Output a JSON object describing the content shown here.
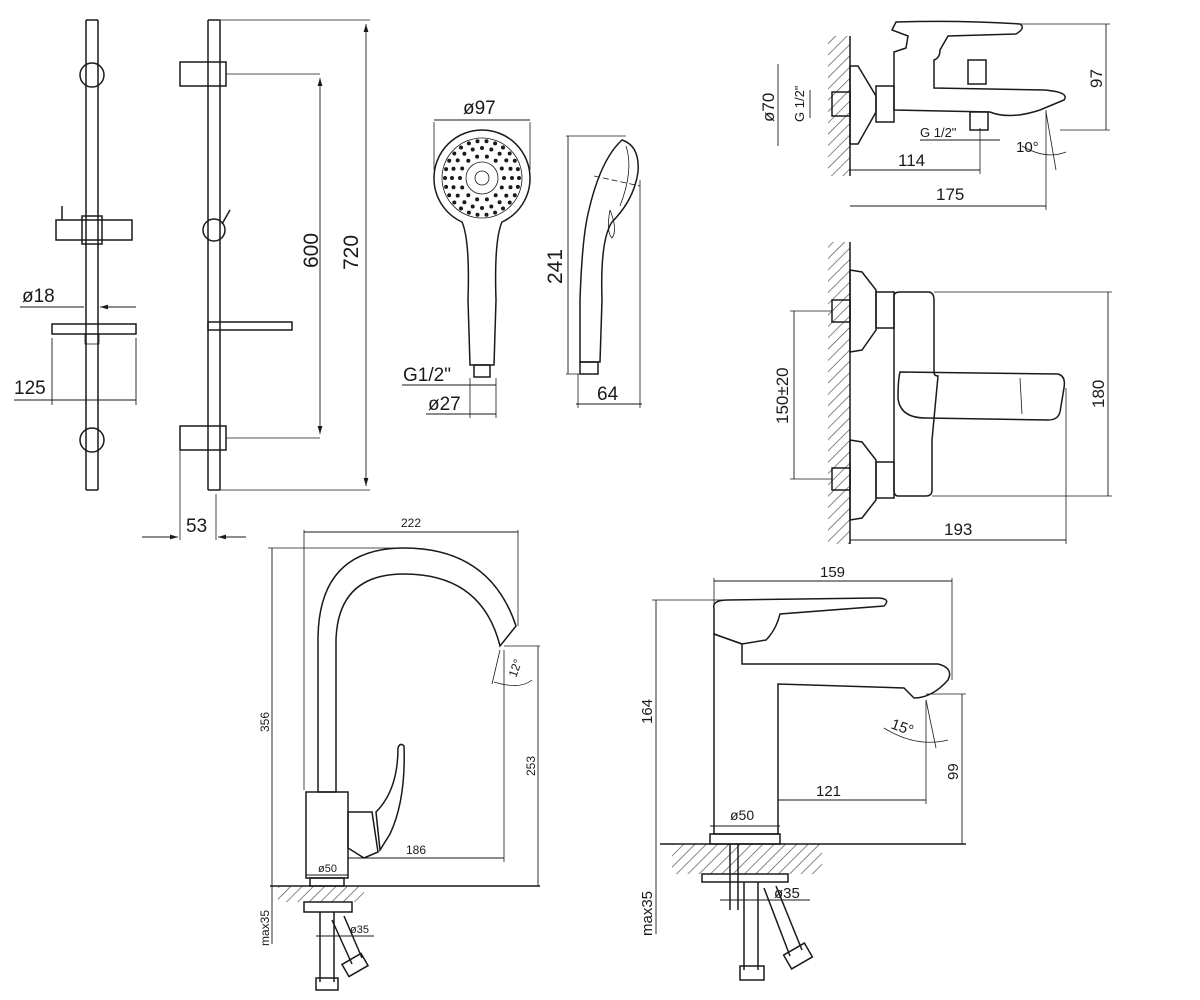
{
  "colors": {
    "line": "#1a1a1a",
    "background": "#ffffff",
    "hatch": "#555555"
  },
  "shower_rail": {
    "labels": {
      "d18": "ø18",
      "w125": "125",
      "w53": "53",
      "h600": "600",
      "h720": "720"
    }
  },
  "hand_shower": {
    "labels": {
      "d97": "ø97",
      "thread": "G1/2\"",
      "d27": "ø27",
      "h241": "241",
      "w64": "64"
    }
  },
  "bath_mixer_side": {
    "labels": {
      "d70": "ø70",
      "thread_wall": "G 1/2\"",
      "thread_out": "G 1/2\"",
      "h97": "97",
      "w114": "114",
      "w175": "175",
      "angle": "10°"
    }
  },
  "bath_mixer_front": {
    "labels": {
      "spacing": "150±20",
      "h180": "180",
      "w193": "193"
    }
  },
  "kitchen_mixer": {
    "labels": {
      "w222": "222",
      "h356": "356",
      "h253": "253",
      "w186": "186",
      "d50": "ø50",
      "d35": "ø35",
      "max35": "max35",
      "angle": "12°"
    }
  },
  "basin_mixer": {
    "labels": {
      "w159": "159",
      "h164": "164",
      "h99": "99",
      "w121": "121",
      "d50": "ø50",
      "d35": "ø35",
      "max35": "max35",
      "angle": "15°"
    }
  }
}
